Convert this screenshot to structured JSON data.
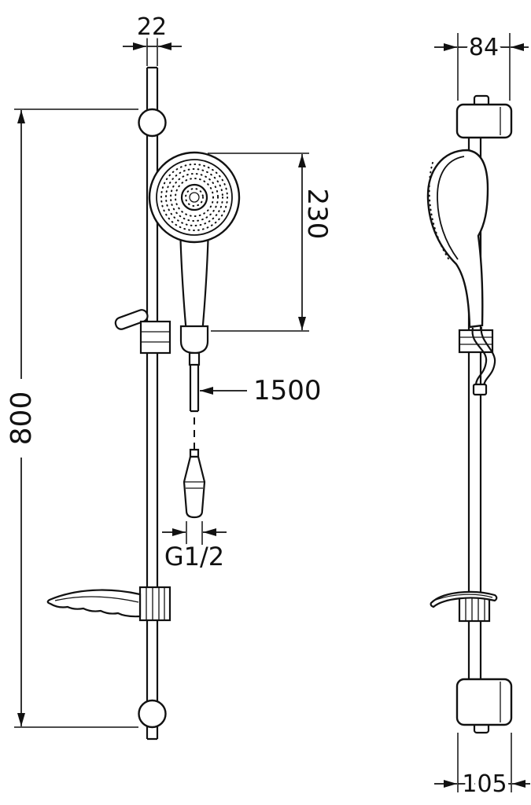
{
  "colors": {
    "ink": "#111111",
    "paper": "#ffffff"
  },
  "front_view": {
    "dim_rail_diameter": "22",
    "dim_head_length": "230",
    "dim_bar_height": "800",
    "dim_hose_length": "1500",
    "dim_thread": "G1/2"
  },
  "side_view": {
    "dim_top_bracket": "84",
    "dim_bottom_bracket": "105"
  }
}
